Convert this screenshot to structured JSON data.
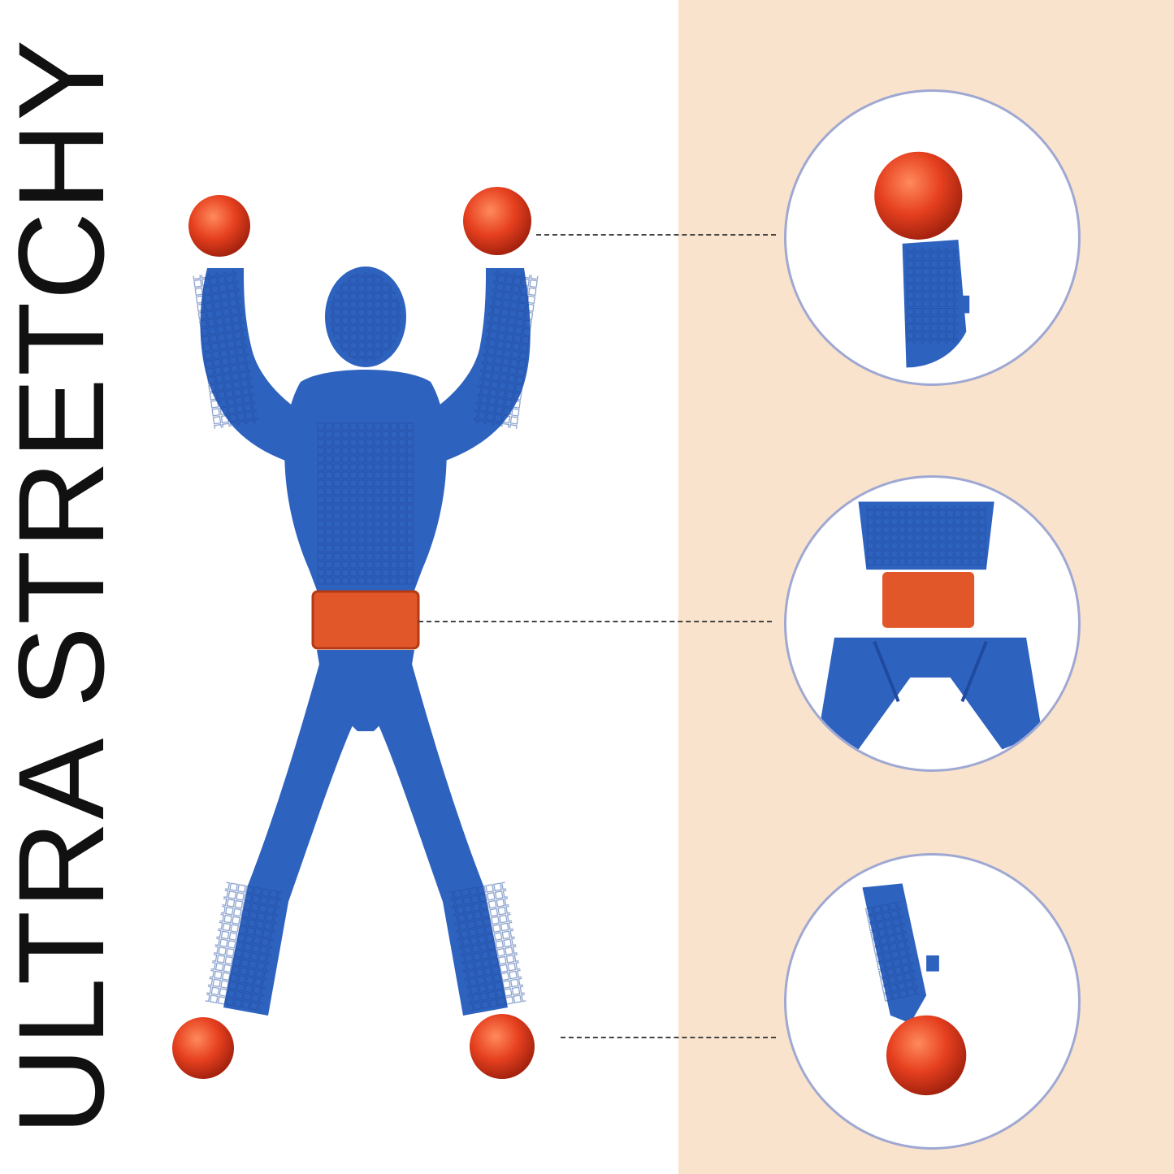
{
  "headline": "ULTRA STRETCHY",
  "colors": {
    "background": "#ffffff",
    "panel": "#f9e3cc",
    "figure_blue": "#2e62bf",
    "figure_blue_dark": "#1f4a9e",
    "ball_red": "#e6401f",
    "belt_orange": "#e2572a",
    "circle_border": "#9fa8d2"
  },
  "figure": {
    "subject": "sticky-wall-climber-toy"
  },
  "details": [
    {
      "name": "sticky-hand-detail"
    },
    {
      "name": "stretchy-waist-detail"
    },
    {
      "name": "sticky-foot-detail"
    }
  ]
}
